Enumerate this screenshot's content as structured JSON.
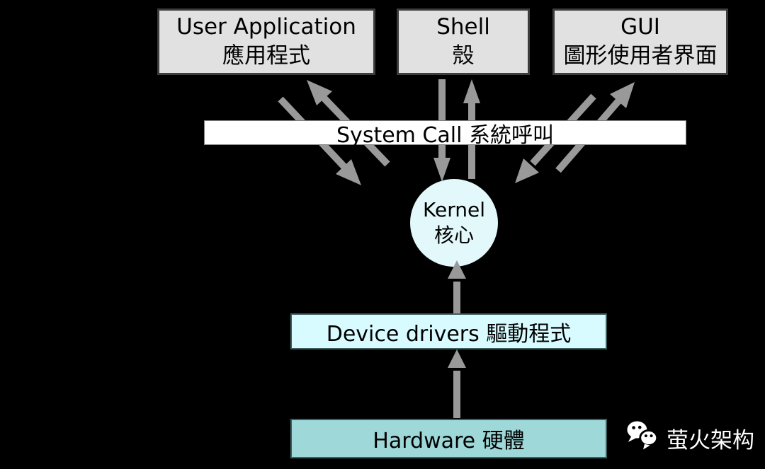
{
  "colors": {
    "bg": "#000000",
    "box-fill": "#e1e1e1",
    "box-border": "#3d3d3d",
    "bar-fill": "#ffffff",
    "bar-border": "#808080",
    "kernel-fill": "#e2f8fa",
    "device-fill": "#d8fbff",
    "device-border": "#3f5f5f",
    "hardware-fill": "#9ed8d8",
    "hardware-border": "#3f5f5f",
    "arrow": "#999999",
    "watermark": "#ffffff"
  },
  "top_boxes": [
    {
      "en": "User Application",
      "zh": "應用程式"
    },
    {
      "en": "Shell",
      "zh": "殼"
    },
    {
      "en": "GUI",
      "zh": "圖形使用者界面"
    }
  ],
  "system_call": {
    "label": "System Call 系統呼叫"
  },
  "kernel": {
    "en": "Kernel",
    "zh": "核心"
  },
  "device_drivers": {
    "label": "Device drivers 驅動程式"
  },
  "hardware": {
    "label": "Hardware 硬體"
  },
  "watermark": {
    "label": "萤火架构",
    "icon": "wechat-logo-icon"
  },
  "connections": [
    {
      "from": "user-application",
      "to": "kernel",
      "via": "system-call",
      "bidirectional": true
    },
    {
      "from": "shell",
      "to": "kernel",
      "via": "system-call",
      "bidirectional": true
    },
    {
      "from": "gui",
      "to": "kernel",
      "via": "system-call",
      "bidirectional": true
    },
    {
      "from": "device-drivers",
      "to": "kernel",
      "bidirectional": false
    },
    {
      "from": "hardware",
      "to": "device-drivers",
      "bidirectional": false
    }
  ]
}
